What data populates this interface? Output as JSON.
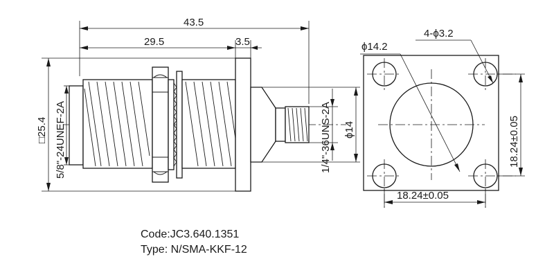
{
  "dimensions": {
    "overall_length": "43.5",
    "body_length": "29.5",
    "flange_thickness": "3.5",
    "square_flange": "□25.4",
    "rear_thread": "5/8\"-24UNEF-2A",
    "front_thread": "1/4\"-36UNS-2A",
    "front_diameter": "ϕ14",
    "center_diameter": "ϕ14.2",
    "holes": "4-ϕ3.2",
    "hole_spacing_vertical": "18.24±0.05",
    "hole_spacing_horizontal": "18.24±0.05"
  },
  "caption": {
    "code": "Code:JC3.640.1351",
    "type": "Type: N/SMA-KKF-12"
  }
}
